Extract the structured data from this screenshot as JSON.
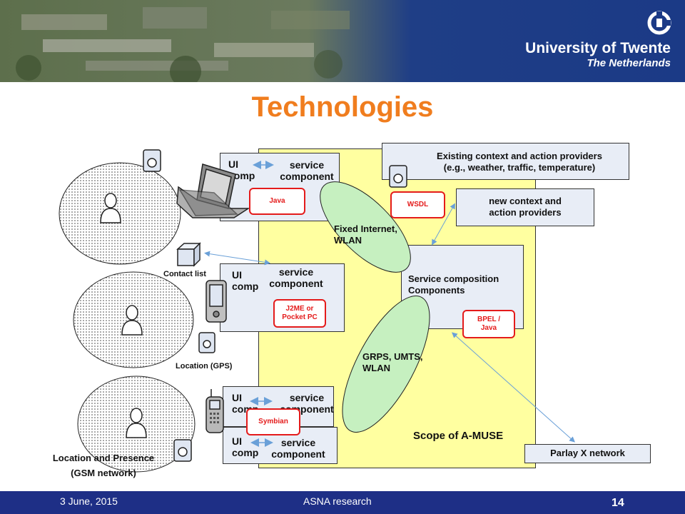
{
  "brand": {
    "line1": "University of Twente",
    "line2": "The Netherlands"
  },
  "title": "Technologies",
  "providers": {
    "existing": "Existing context and action providers\n(e.g., weather, traffic, temperature)",
    "new": "new context and\naction providers"
  },
  "components": {
    "ui": "UI\ncomp",
    "service": "service\ncomponent",
    "composition": "Service composition\nComponents"
  },
  "tags": {
    "java": "Java",
    "wsdl": "WSDL",
    "j2me": "J2ME or\nPocket PC",
    "bpel": "BPEL /\nJava",
    "symbian": "Symbian"
  },
  "networks": {
    "fixed": "Fixed Internet,\nWLAN",
    "mobile": "GRPS, UMTS,\nWLAN",
    "parlay": "Parlay X network"
  },
  "labels": {
    "contact_list": "Contact  list",
    "location_gps": "Location (GPS)",
    "location_presence": "Location and Presence\n(GSM network)",
    "scope": "Scope of A-MUSE"
  },
  "footer": {
    "date": "3 June, 2015",
    "center": "ASNA research",
    "page": "14"
  }
}
